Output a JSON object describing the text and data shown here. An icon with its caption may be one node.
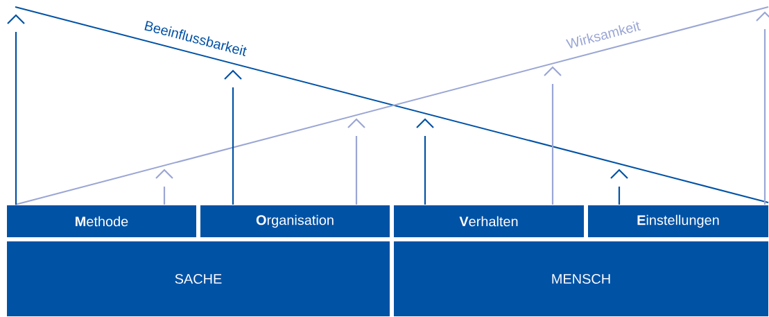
{
  "diagram": {
    "nodes": [
      {
        "text": [
          "**M**ethode"
        ]
      },
      {
        "text": [
          "**O**rganisation"
        ]
      },
      {
        "text": [
          "**V**erhalten"
        ]
      },
      {
        "text": [
          "**E**instellungen"
        ]
      },
      {
        "text": [
          "SACHE"
        ]
      },
      {
        "text": [
          "MENSCH"
        ]
      }
    ],
    "labels": [
      "Beeinflussbarkeit",
      "Wirksamkeit"
    ]
  }
}
